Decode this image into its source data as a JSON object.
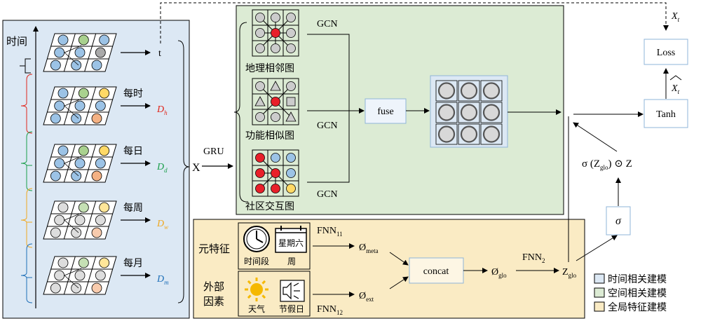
{
  "time_panel": {
    "axis_label": "时间",
    "rows": [
      {
        "label": "t",
        "color": "#000000"
      },
      {
        "label": "每时",
        "out_main": "D",
        "out_sub": "h",
        "color": "#e0261c"
      },
      {
        "label": "每日",
        "out_main": "D",
        "out_sub": "d",
        "color": "#1a9e4a"
      },
      {
        "label": "每周",
        "out_main": "D",
        "out_sub": "w",
        "color": "#f0a820"
      },
      {
        "label": "每月",
        "out_main": "D",
        "out_sub": "m",
        "color": "#1e6fb8"
      }
    ]
  },
  "x_label": "X",
  "gru_label": "GRU",
  "spatial_panel": {
    "graphs": [
      "地理相邻图",
      "功能相似图",
      "社区交互图"
    ],
    "gcn_label": "GCN",
    "fuse_label": "fuse"
  },
  "global_panel": {
    "meta_label": "元特征",
    "ext_label_line1": "外部",
    "ext_label_line2": "因素",
    "meta_icons": [
      "时间段",
      "周"
    ],
    "calendar_text": "星期六",
    "ext_icons": [
      "天气",
      "节假日"
    ],
    "fnn11": {
      "main": "FNN",
      "sub": "11"
    },
    "fnn12": {
      "main": "FNN",
      "sub": "12"
    },
    "fnn2": {
      "main": "FNN",
      "sub": "2"
    },
    "phi_meta": {
      "main": "Ø",
      "sub": "meta"
    },
    "phi_ext": {
      "main": "Ø",
      "sub": "ext"
    },
    "phi_glo": {
      "main": "Ø",
      "sub": "glo"
    },
    "z_glo": {
      "main": "Z",
      "sub": "glo"
    },
    "concat_label": "concat"
  },
  "right": {
    "loss_label": "Loss",
    "tanh_label": "Tanh",
    "sigma_label": "σ",
    "xt_label": {
      "main": "X",
      "sub": "t"
    },
    "xt_hat_label": {
      "main": "X",
      "sub": "t"
    },
    "gate_expr": {
      "a": "σ (Z",
      "sub": "glo",
      "b": ") ⊙ Z"
    }
  },
  "legend": {
    "items": [
      {
        "label": "时间相关建模",
        "color": "#dce8f4"
      },
      {
        "label": "空间相关建模",
        "color": "#dcebd4"
      },
      {
        "label": "全局特征建模",
        "color": "#faebc4"
      }
    ]
  }
}
